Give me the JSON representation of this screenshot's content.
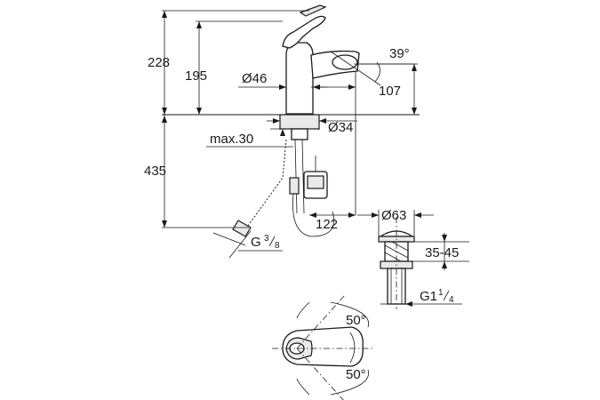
{
  "dimensions": {
    "total_height": "228",
    "spout_height": "195",
    "body_diameter": "Ø46",
    "handle_angle": "39°",
    "spout_reach": "107",
    "hole_diameter": "Ø34",
    "max_counter_thickness": "max.30",
    "hose_length": "435",
    "box_offset": "122",
    "hose_connection_main": "G",
    "hose_connection_num": "3",
    "hose_connection_den": "8",
    "waste_diameter": "Ø63",
    "waste_range": "35-45",
    "waste_thread_main": "G1",
    "waste_thread_num": "1",
    "waste_thread_den": "4",
    "rotation_up": "50°",
    "rotation_down": "50°"
  }
}
